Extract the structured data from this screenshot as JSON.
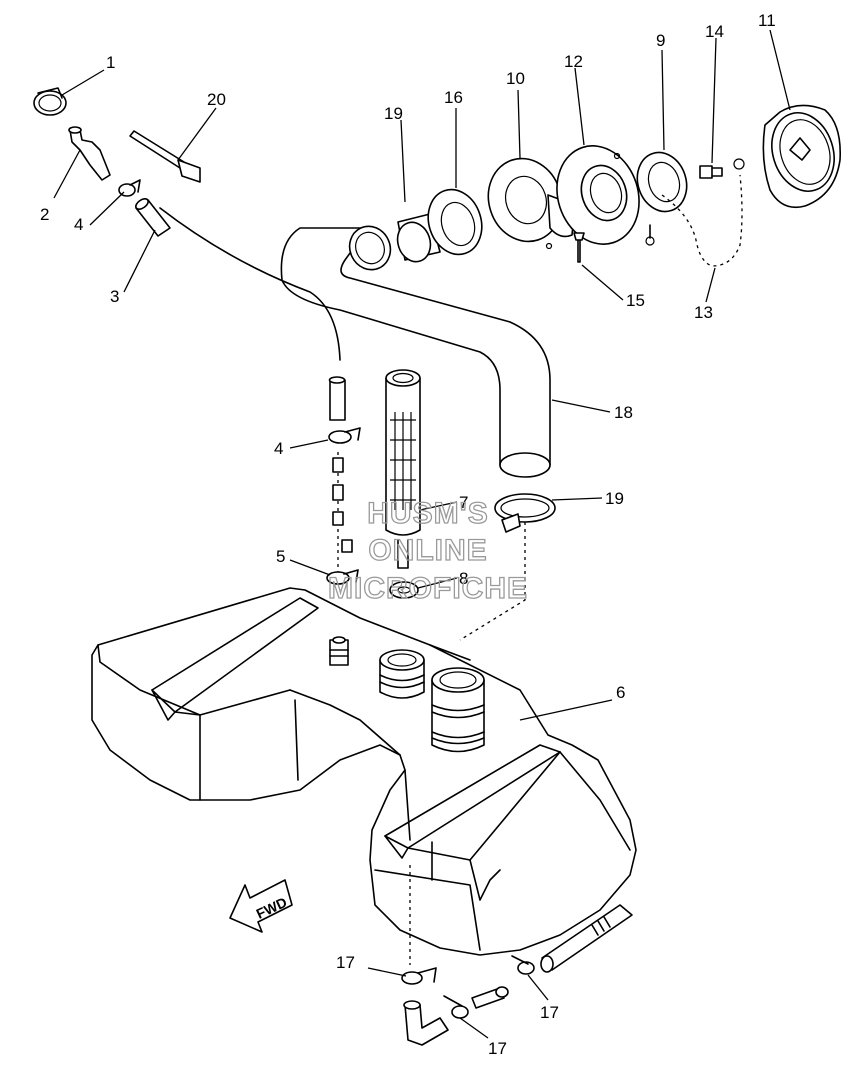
{
  "callouts": [
    {
      "id": "c1",
      "label": "1"
    },
    {
      "id": "c2",
      "label": "2"
    },
    {
      "id": "c3",
      "label": "3"
    },
    {
      "id": "c4a",
      "label": "4"
    },
    {
      "id": "c4b",
      "label": "4"
    },
    {
      "id": "c5",
      "label": "5"
    },
    {
      "id": "c6",
      "label": "6"
    },
    {
      "id": "c7",
      "label": "7"
    },
    {
      "id": "c8",
      "label": "8"
    },
    {
      "id": "c9",
      "label": "9"
    },
    {
      "id": "c10",
      "label": "10"
    },
    {
      "id": "c11",
      "label": "11"
    },
    {
      "id": "c12",
      "label": "12"
    },
    {
      "id": "c13",
      "label": "13"
    },
    {
      "id": "c14",
      "label": "14"
    },
    {
      "id": "c15",
      "label": "15"
    },
    {
      "id": "c16",
      "label": "16"
    },
    {
      "id": "c17a",
      "label": "17"
    },
    {
      "id": "c17b",
      "label": "17"
    },
    {
      "id": "c17c",
      "label": "17"
    },
    {
      "id": "c18",
      "label": "18"
    },
    {
      "id": "c19a",
      "label": "19"
    },
    {
      "id": "c19b",
      "label": "19"
    },
    {
      "id": "c20",
      "label": "20"
    }
  ],
  "fwd_arrow": {
    "label": "FWD"
  },
  "watermark": {
    "lines": [
      "HUSM'S",
      "ONLINE",
      "MICROFICHE"
    ],
    "color": "#9a9a9a"
  }
}
